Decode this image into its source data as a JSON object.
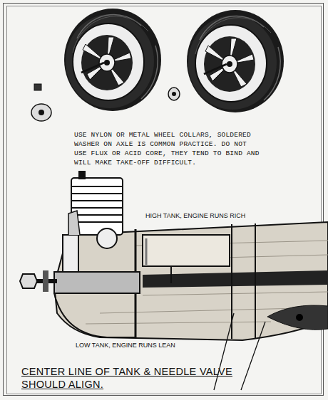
{
  "diagram": {
    "labels": [
      "USE NYLON OR METAL WHEEL COLLARS, SOLDERED WASHER ON AXLE IS COMMON PRACTICE. DO NOT USE FLUX OR ACID CORE, THEY TEND TO BIND AND WILL MAKE TAKE-OFF DIFFICULT.",
      "HIGH TANK, ENGINE RUNS RICH",
      "LOW TANK, ENGINE RUNS LEAN",
      "CENTER LINE OF TANK & NEEDLE VALVE SHOULD ALIGN."
    ]
  }
}
